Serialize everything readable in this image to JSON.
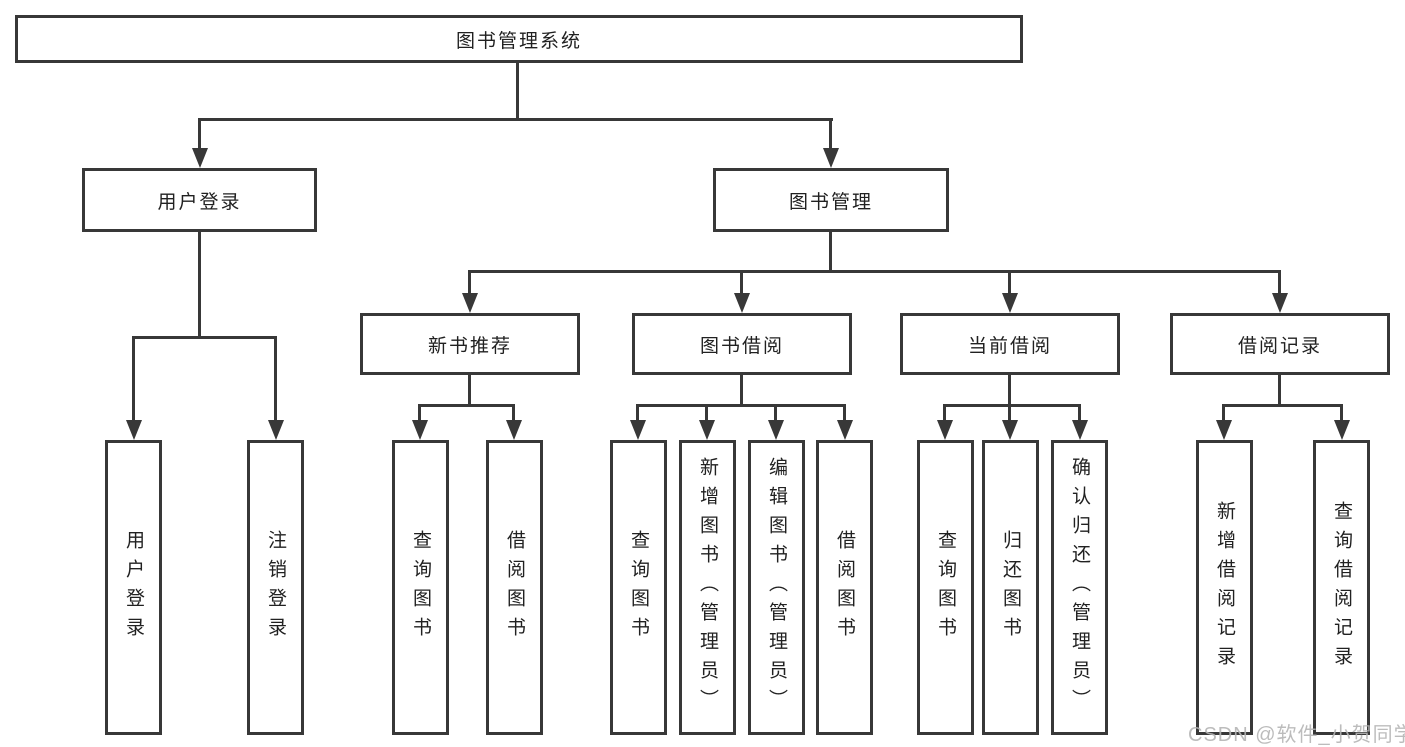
{
  "diagram_type": "hierarchy-tree",
  "root": {
    "label": "图书管理系统"
  },
  "level2": [
    {
      "label": "用户登录"
    },
    {
      "label": "图书管理"
    }
  ],
  "level3": [
    {
      "label": "新书推荐"
    },
    {
      "label": "图书借阅"
    },
    {
      "label": "当前借阅"
    },
    {
      "label": "借阅记录"
    }
  ],
  "leaves": [
    {
      "label": "用户登录"
    },
    {
      "label": "注销登录"
    },
    {
      "label": "查询图书"
    },
    {
      "label": "借阅图书"
    },
    {
      "label": "查询图书"
    },
    {
      "label": "新增图书（管理员）"
    },
    {
      "label": "编辑图书（管理员）"
    },
    {
      "label": "借阅图书"
    },
    {
      "label": "查询图书"
    },
    {
      "label": "归还图书"
    },
    {
      "label": "确认归还（管理员）"
    },
    {
      "label": "新增借阅记录"
    },
    {
      "label": "查询借阅记录"
    }
  ],
  "edges": [
    [
      "图书管理系统",
      "用户登录"
    ],
    [
      "图书管理系统",
      "图书管理"
    ],
    [
      "用户登录",
      "用户登录"
    ],
    [
      "用户登录",
      "注销登录"
    ],
    [
      "图书管理",
      "新书推荐"
    ],
    [
      "图书管理",
      "图书借阅"
    ],
    [
      "图书管理",
      "当前借阅"
    ],
    [
      "图书管理",
      "借阅记录"
    ],
    [
      "新书推荐",
      "查询图书"
    ],
    [
      "新书推荐",
      "借阅图书"
    ],
    [
      "图书借阅",
      "查询图书"
    ],
    [
      "图书借阅",
      "新增图书（管理员）"
    ],
    [
      "图书借阅",
      "编辑图书（管理员）"
    ],
    [
      "图书借阅",
      "借阅图书"
    ],
    [
      "当前借阅",
      "查询图书"
    ],
    [
      "当前借阅",
      "归还图书"
    ],
    [
      "当前借阅",
      "确认归还（管理员）"
    ],
    [
      "借阅记录",
      "新增借阅记录"
    ],
    [
      "借阅记录",
      "查询借阅记录"
    ]
  ],
  "watermark": {
    "text": "CSDN @软件_小贺同学"
  },
  "colors": {
    "line": "#383838",
    "text": "#212121",
    "watermark": "#b5b5b5",
    "background": "#ffffff"
  }
}
